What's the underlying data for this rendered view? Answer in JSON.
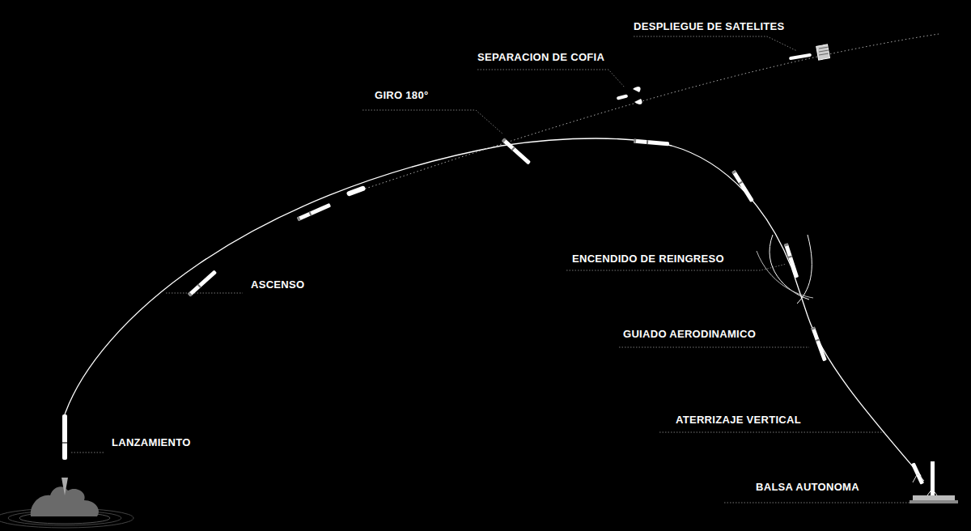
{
  "diagram": {
    "labels": [
      "DESPLIEGUE DE SATELITES",
      "SEPARACION DE COFIA",
      "GIRO 180°",
      "ENCENDIDO DE REINGRESO",
      "ASCENSO",
      "GUIADO AERODINAMICO",
      "ATERRIZAJE VERTICAL",
      "LANZAMIENTO",
      "BALSA AUTONOMA"
    ]
  }
}
